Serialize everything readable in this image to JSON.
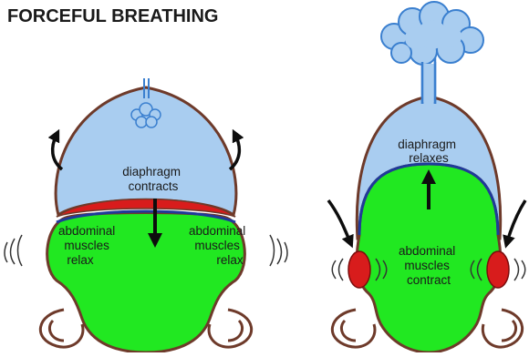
{
  "title": "FORCEFUL BREATHING",
  "left_panel": {
    "diaphragm_label": [
      "diaphragm",
      "contracts"
    ],
    "abdominal_left_label": [
      "abdominal",
      "muscles",
      "relax"
    ],
    "abdominal_right_label": [
      "abdominal",
      "muscles",
      "relax"
    ]
  },
  "right_panel": {
    "diaphragm_label": [
      "diaphragm",
      "relaxes"
    ],
    "abdominal_label": [
      "abdominal",
      "muscles",
      "contract"
    ]
  },
  "colors": {
    "lung": "#a9cdf0",
    "abdomen": "#21e821",
    "diaphragm": "#d81c1c",
    "outline": "#6e3a2a",
    "arrow": "#0d0d0d",
    "edge_blue": "#1f3a9a"
  }
}
